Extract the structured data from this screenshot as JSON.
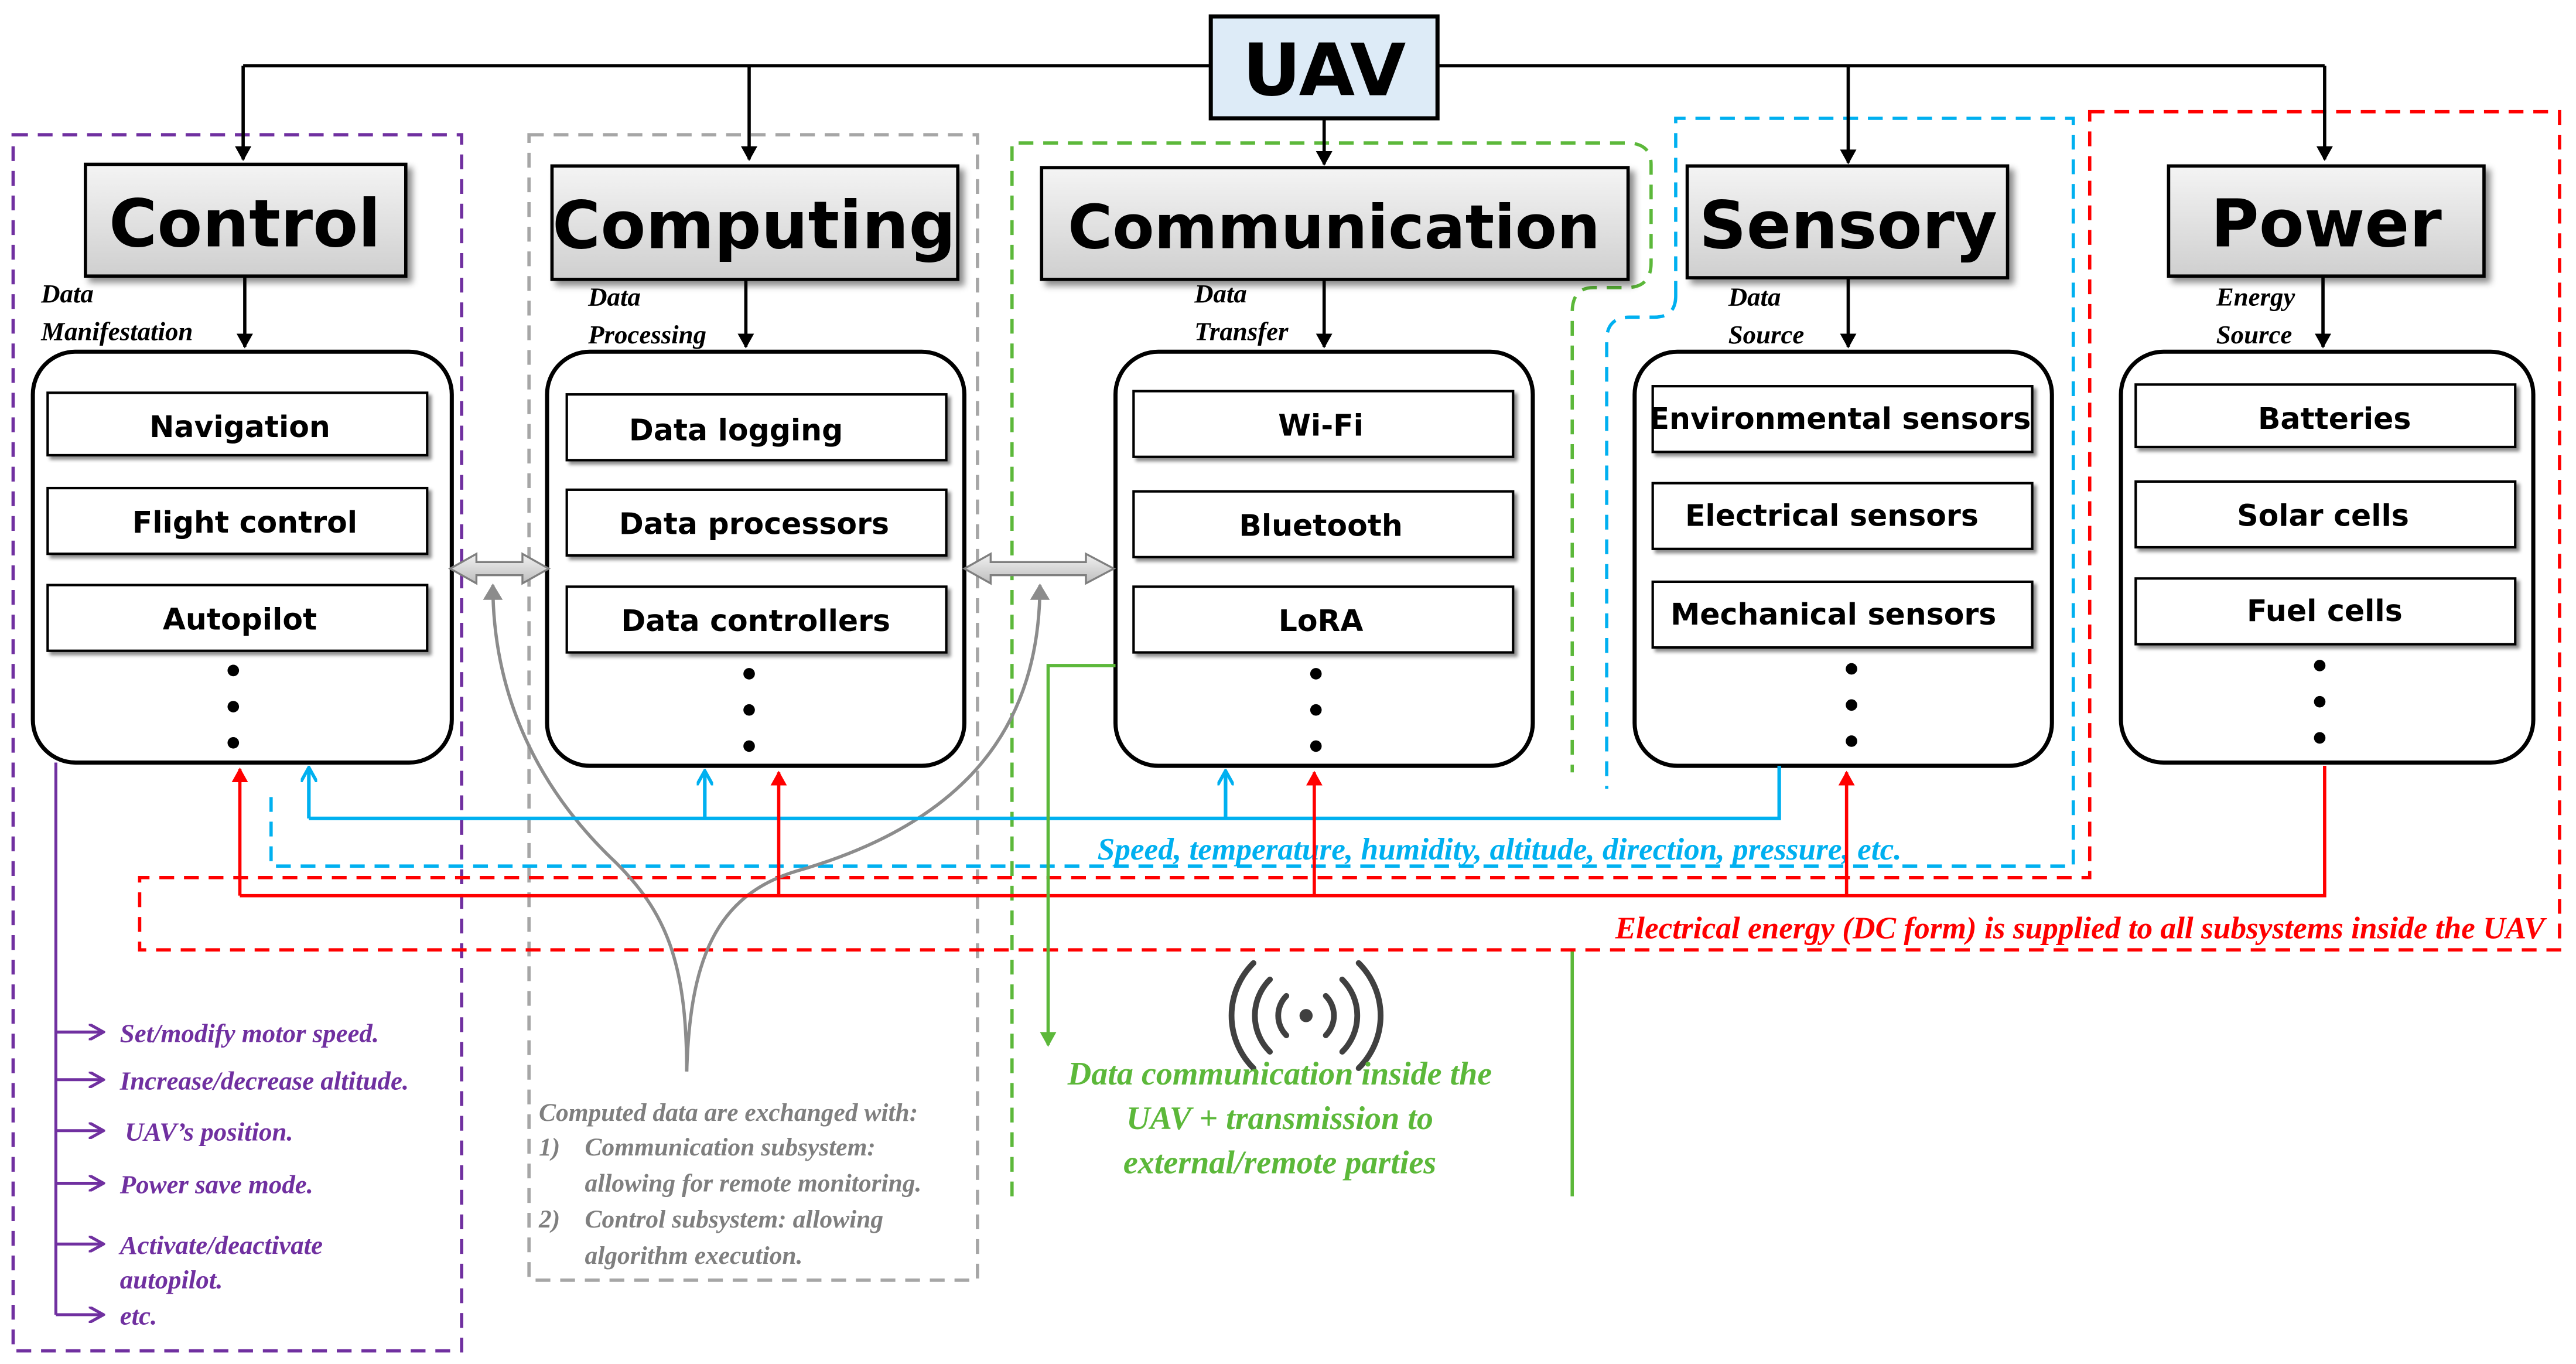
{
  "root": {
    "title": "UAV"
  },
  "subsystems": [
    {
      "key": "control",
      "title": "Control",
      "caption": [
        "Data",
        "Manifestation"
      ],
      "items": [
        "Navigation",
        "Flight control",
        "Autopilot"
      ]
    },
    {
      "key": "computing",
      "title": "Computing",
      "caption": [
        "Data",
        "Processing"
      ],
      "items": [
        "Data logging",
        "Data processors",
        "Data controllers"
      ]
    },
    {
      "key": "communication",
      "title": "Communication",
      "caption": [
        "Data",
        "Transfer"
      ],
      "items": [
        "Wi-Fi",
        "Bluetooth",
        "LoRA"
      ]
    },
    {
      "key": "sensory",
      "title": "Sensory",
      "caption": [
        "Data",
        "Source"
      ],
      "items": [
        "Environmental sensors",
        "Electrical sensors",
        "Mechanical sensors"
      ]
    },
    {
      "key": "power",
      "title": "Power",
      "caption": [
        "Energy",
        "Source"
      ],
      "items": [
        "Batteries",
        "Solar cells",
        "Fuel cells"
      ]
    }
  ],
  "control_actions": [
    "Set/modify motor speed.",
    "Increase/decrease altitude.",
    "UAV’s position.",
    "Power save mode.",
    "Activate/deactivate",
    "autopilot.",
    "etc."
  ],
  "computing_note": {
    "lead": "Computed data are exchanged with:",
    "num1": "1)",
    "line1a": "Communication subsystem:",
    "line1b": "allowing for remote monitoring.",
    "num2": "2)",
    "line2a": "Control subsystem: allowing",
    "line2b": "algorithm execution."
  },
  "communication_note": [
    "Data communication inside the",
    "UAV + transmission to",
    "external/remote parties"
  ],
  "sensor_flow_label": "Speed, temperature, humidity, altitude, direction, pressure, etc.",
  "power_flow_label": "Electrical energy (DC form) is supplied to all subsystems inside the UAV",
  "colors": {
    "control": "#7030a0",
    "computing": "#a6a6a6",
    "communication": "#5cb83a",
    "sensory": "#00b0f0",
    "power": "#ff0000",
    "root_fill": "#ddebf7",
    "header_fill": "#e4e4e4"
  },
  "icons": {
    "wireless": "wireless-broadcast-icon",
    "ellipsis": "vertical-ellipsis-icon"
  }
}
